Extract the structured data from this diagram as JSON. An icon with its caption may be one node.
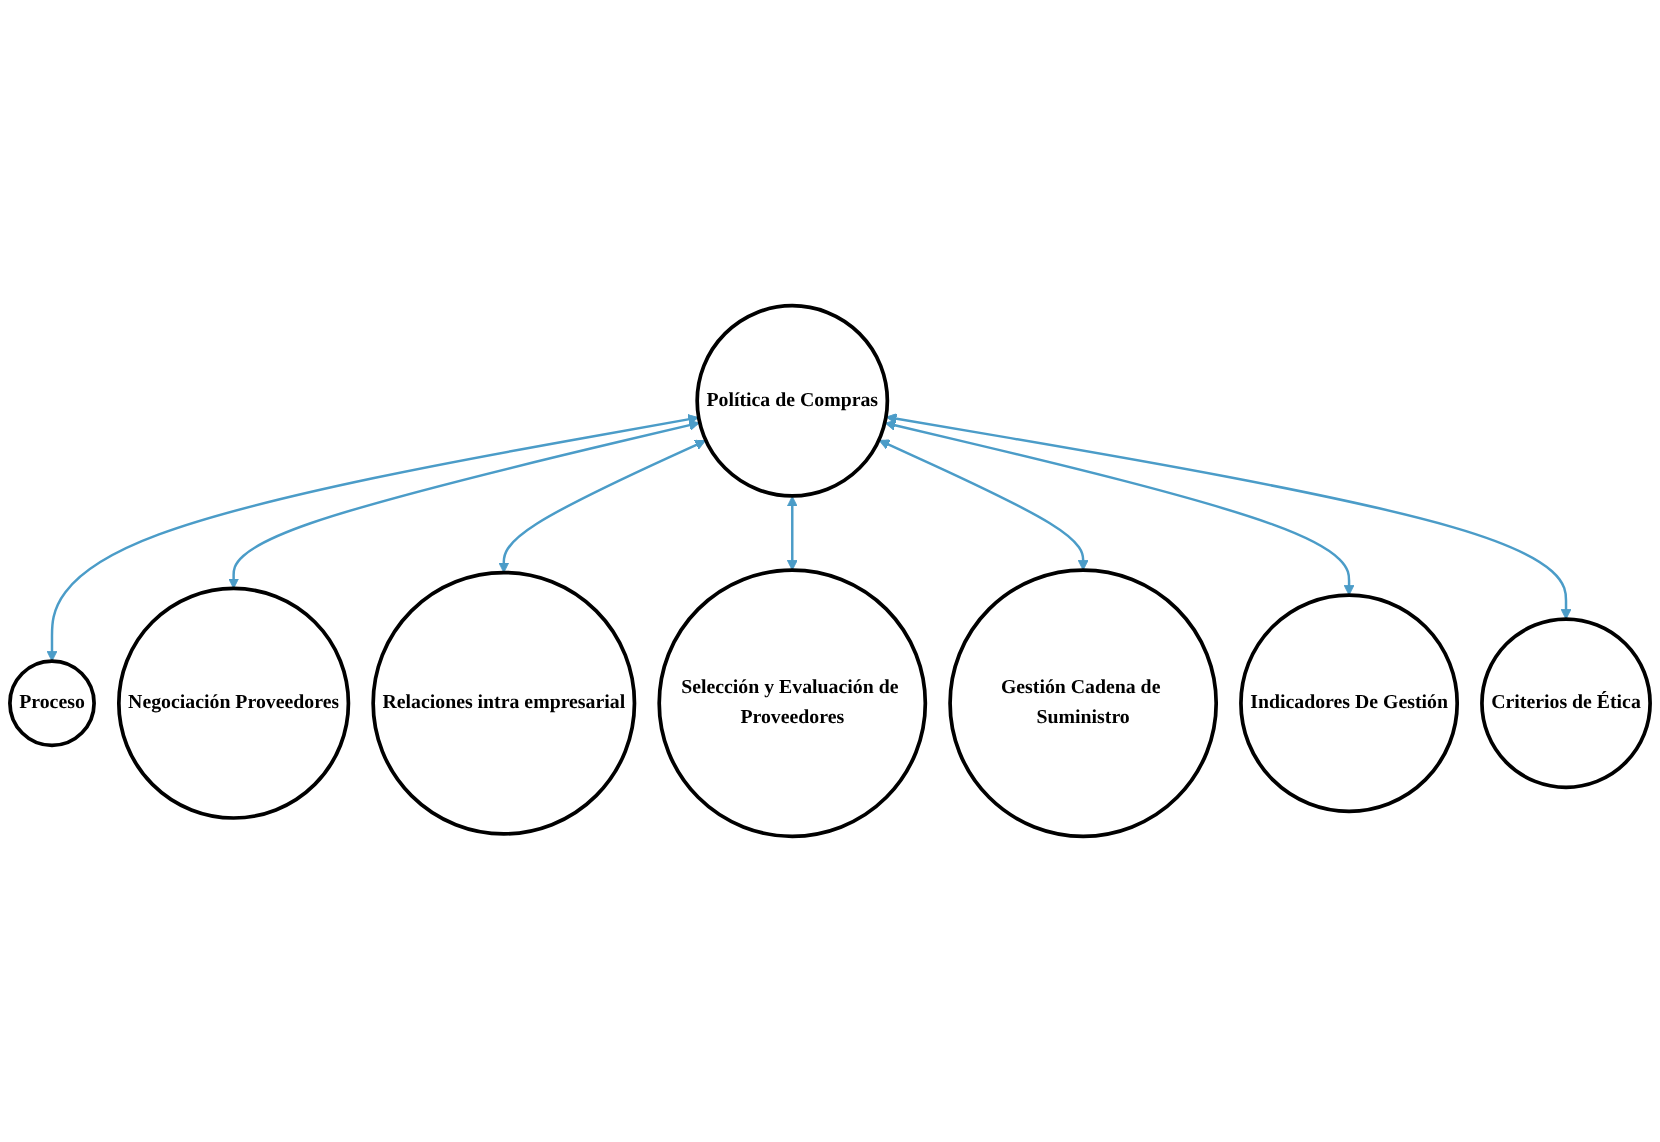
{
  "diagram": {
    "nodes": [
      {
        "text": [
          "Negociación Proveedores"
        ]
      },
      {
        "text": [
          "Proceso"
        ]
      },
      {
        "text": [
          "Relaciones intra empresarial"
        ]
      },
      {
        "text": [
          "Selección y Evaluación de Proveedores"
        ]
      },
      {
        "text": [
          "Política de Compras"
        ]
      },
      {
        "text": [
          "Gestión Cadena de Suministro"
        ]
      },
      {
        "text": [
          "Indicadores De Gestión"
        ]
      },
      {
        "text": [
          "Criterios de Ética"
        ]
      }
    ],
    "edges": [
      {
        "from": 4,
        "to": 1,
        "arrow": "both"
      },
      {
        "from": 4,
        "to": 0,
        "arrow": "both"
      },
      {
        "from": 4,
        "to": 2,
        "arrow": "both"
      },
      {
        "from": 4,
        "to": 3,
        "arrow": "both"
      },
      {
        "from": 4,
        "to": 5,
        "arrow": "both"
      },
      {
        "from": 4,
        "to": 6,
        "arrow": "both"
      },
      {
        "from": 4,
        "to": 7,
        "arrow": "both"
      }
    ]
  }
}
